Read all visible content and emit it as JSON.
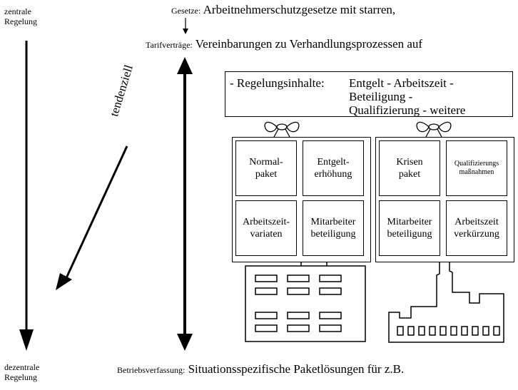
{
  "left_axis": {
    "top_label": "zentrale\nRegelung",
    "bottom_label": "dezentrale\nRegelung",
    "trend_label": "tendenziell"
  },
  "levels": {
    "gesetze": {
      "label": "Gesetze:",
      "text": "Arbeitnehmerschutzgesetze mit starren,"
    },
    "tarif": {
      "label": "Tarifverträge:",
      "text": "Vereinbarungen zu Verhandlungsprozessen auf"
    },
    "betrieb": {
      "label": "Betriebsverfassung:",
      "text": "Situationsspezifische Paketlösungen für z.B."
    }
  },
  "content_box": {
    "prefix": "- Regelungsinhalte:",
    "line1": "Entgelt - Arbeitszeit -",
    "line2": "Beteiligung -",
    "line3": "Qualifizierung - weitere"
  },
  "package_left": {
    "cells": [
      "Normal-\npaket",
      "Entgelt-\nerhöhung",
      "Arbeitszeit-\nvariaten",
      "Mitarbeiter\nbeteiligung"
    ]
  },
  "package_right": {
    "cells": [
      "Krisen\npaket",
      "Qualifizierungs\nmaßnahmen",
      "Mitarbeiter\nbeteiligung",
      "Arbeitszeit\nverkürzung"
    ]
  }
}
